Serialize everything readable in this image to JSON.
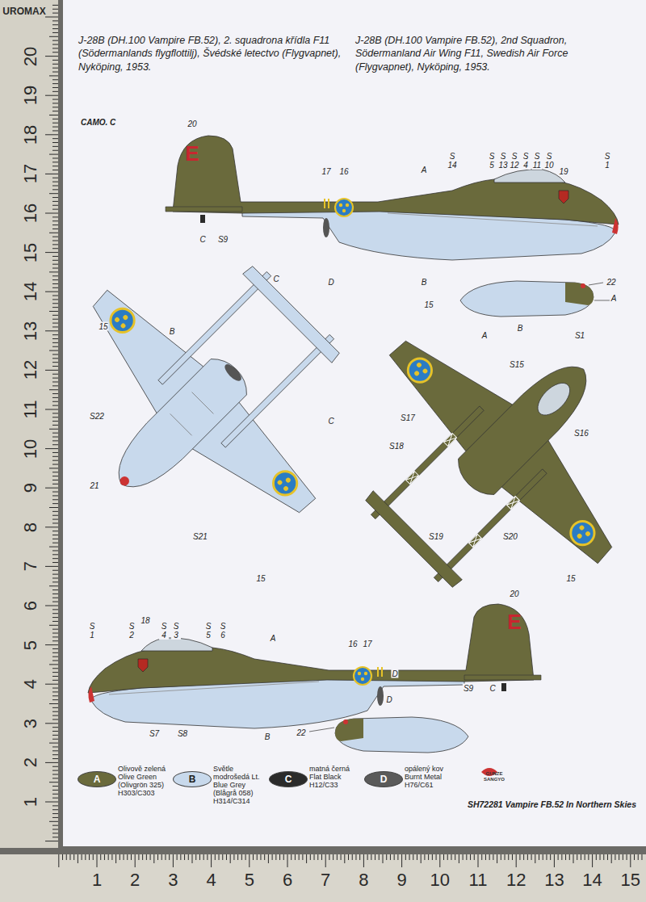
{
  "diagram": {
    "title": "J-28B (DH.100 Vampire FB.52), 2nd Squadron, Södermanland Air Wing F11, Swedish Air Force (Flygvapnet), Nyköping, 1953.",
    "labels": [
      "J-28B (DH.100 Vampire FB.52), 2. squadrona křídla F11 (Södermanlands flygflottilj), Švédské letectvo (Flygvapnet), Nyköping, 1953.",
      "CAMO. C",
      "20",
      "E",
      "17",
      "16",
      "A",
      "S 14",
      "S 5",
      "S 13",
      "S 12",
      "S 4",
      "S 11",
      "S 10",
      "19",
      "S 1",
      "C",
      "S9",
      "D",
      "B",
      "22",
      "A",
      "B",
      "C",
      "15",
      "15",
      "B",
      "A",
      "S1",
      "S15",
      "S22",
      "S17",
      "C",
      "S16",
      "S18",
      "21",
      "S21",
      "S19",
      "S20",
      "15",
      "15",
      "20",
      "E",
      "S 1",
      "S 2",
      "18",
      "S 4",
      "S 3",
      "S 5",
      "S 6",
      "A",
      "16",
      "17",
      "D",
      "D",
      "S9",
      "C",
      "S7",
      "S8",
      "B",
      "22",
      "A",
      "B",
      "C",
      "D",
      "GUNZE SANGYO",
      "SH72281 Vampire FB.52 In Northern Skies",
      "UROMAX",
      "20",
      "19",
      "18",
      "17",
      "16",
      "15",
      "14",
      "13",
      "12",
      "11",
      "10",
      "9",
      "8",
      "7",
      "6",
      "5",
      "4",
      "3",
      "2",
      "1",
      "1",
      "2",
      "3",
      "4",
      "5",
      "6",
      "7",
      "8",
      "9",
      "10",
      "11",
      "12",
      "13",
      "14",
      "15"
    ],
    "legend": [
      {
        "text": "Olivově zelená Olive Green (Olivgrön 325) H303/C303",
        "color": "#6a6a3c"
      },
      {
        "text": "Světle modrošedá Lt. Blue Grey (Blågrå 058) H314/C314",
        "color": "#c8d9ec"
      },
      {
        "text": "matná černá Flat Black H12/C33",
        "color": "#2b2b2b"
      },
      {
        "text": "opálený kov Burnt Metal H76/C61",
        "color": "#5a5a5a"
      }
    ]
  }
}
